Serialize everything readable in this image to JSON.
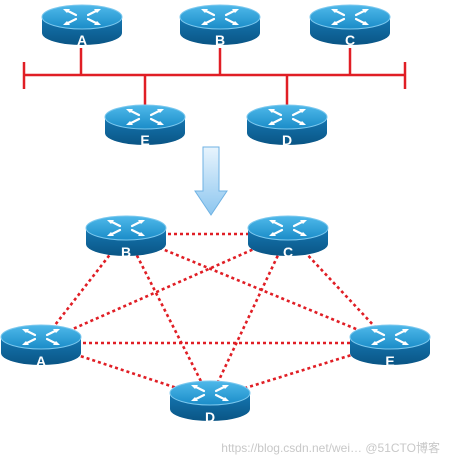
{
  "top_section": {
    "routers": [
      {
        "id": "A",
        "label": "A"
      },
      {
        "id": "B",
        "label": "B"
      },
      {
        "id": "C",
        "label": "C"
      },
      {
        "id": "E",
        "label": "E"
      },
      {
        "id": "D",
        "label": "D"
      }
    ]
  },
  "bottom_section": {
    "routers": [
      {
        "id": "B",
        "label": "B"
      },
      {
        "id": "C",
        "label": "C"
      },
      {
        "id": "A",
        "label": "A"
      },
      {
        "id": "E",
        "label": "E"
      },
      {
        "id": "D",
        "label": "D"
      }
    ],
    "links": [
      [
        "A",
        "B"
      ],
      [
        "A",
        "C"
      ],
      [
        "A",
        "D"
      ],
      [
        "A",
        "E"
      ],
      [
        "B",
        "C"
      ],
      [
        "B",
        "D"
      ],
      [
        "B",
        "E"
      ],
      [
        "C",
        "D"
      ],
      [
        "C",
        "E"
      ],
      [
        "D",
        "E"
      ]
    ]
  },
  "colors": {
    "bus": "#e01e25",
    "dotted_link": "#e01e25",
    "router_top": "#1f9ad3",
    "router_side": "#0d6ca6",
    "arrow": "#a9d4f2"
  },
  "watermark": "https://blog.csdn.net/wei… @51CTO博客"
}
